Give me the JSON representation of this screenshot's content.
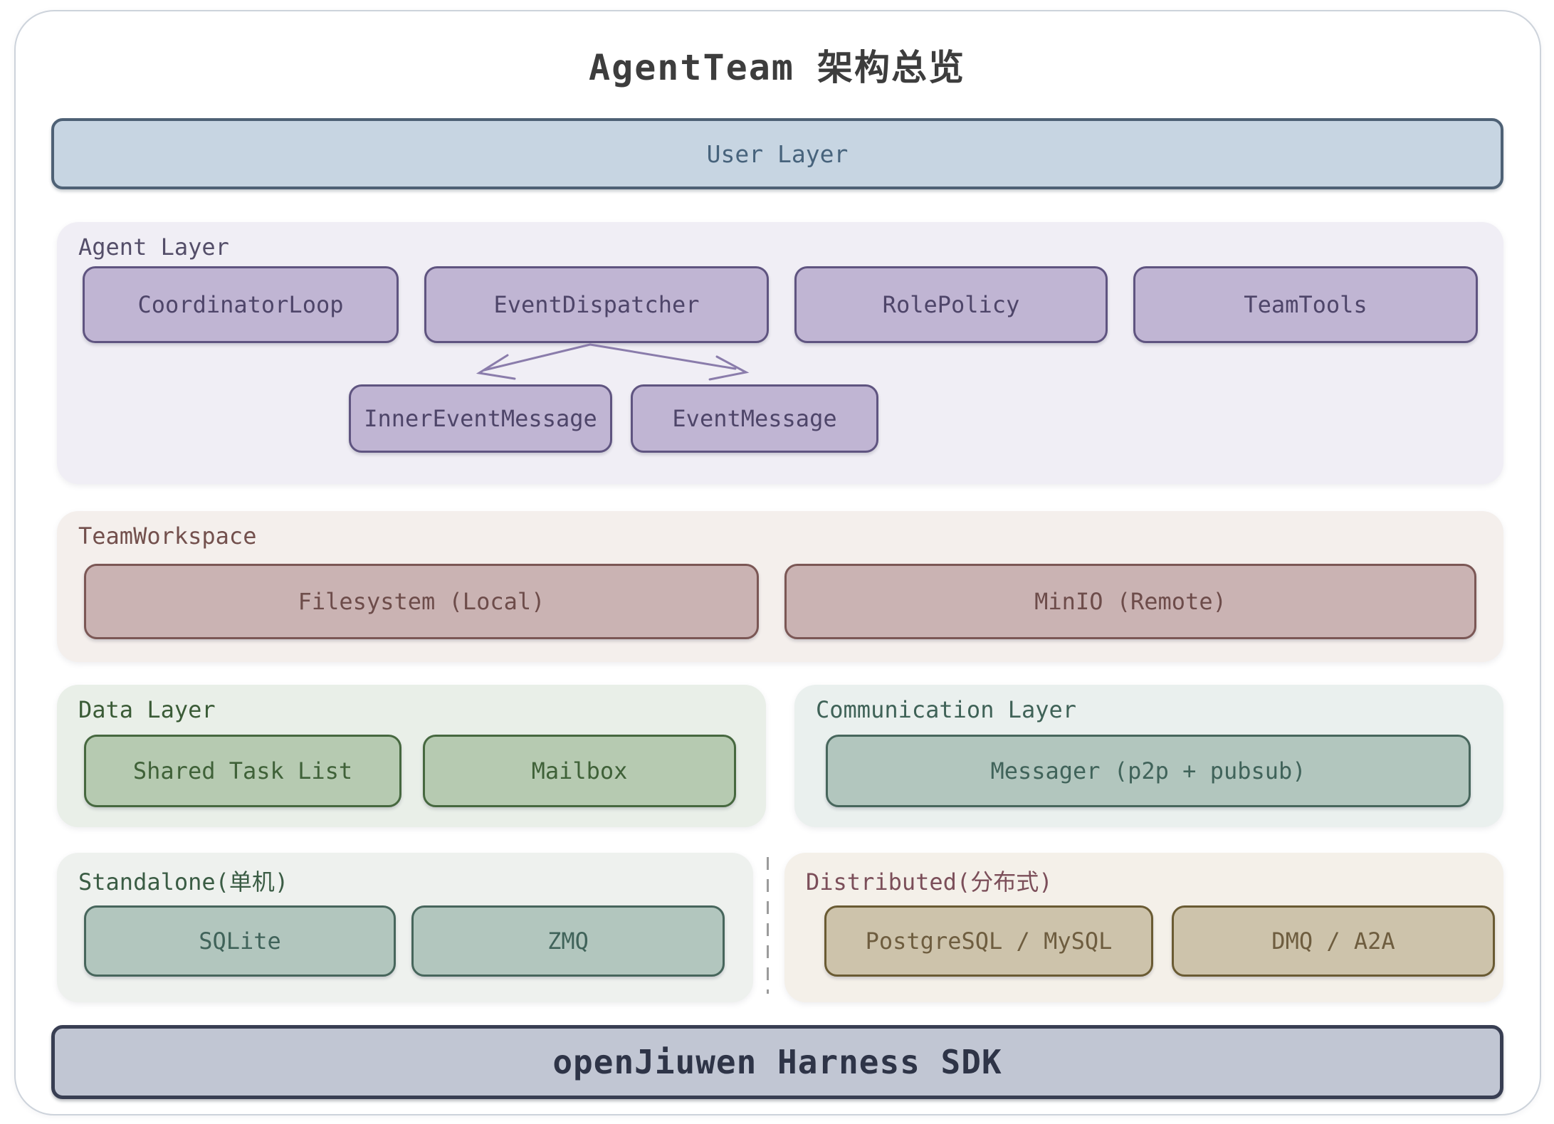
{
  "title": "AgentTeam 架构总览",
  "layers": {
    "user": {
      "label": "User Layer"
    },
    "agent": {
      "label": "Agent Layer",
      "components": [
        "CoordinatorLoop",
        "EventDispatcher",
        "RolePolicy",
        "TeamTools"
      ],
      "messages": [
        "InnerEventMessage",
        "EventMessage"
      ]
    },
    "workspace": {
      "label": "TeamWorkspace",
      "components": [
        "Filesystem (Local)",
        "MinIO (Remote)"
      ]
    },
    "data": {
      "label": "Data Layer",
      "components": [
        "Shared Task List",
        "Mailbox"
      ]
    },
    "communication": {
      "label": "Communication Layer",
      "components": [
        "Messager (p2p + pubsub)"
      ]
    },
    "standalone": {
      "label": "Standalone(单机)",
      "components": [
        "SQLite",
        "ZMQ"
      ]
    },
    "distributed": {
      "label": "Distributed(分布式)",
      "components": [
        "PostgreSQL / MySQL",
        "DMQ / A2A"
      ]
    },
    "sdk": {
      "label": "openJiuwen Harness SDK"
    }
  },
  "edges": [
    {
      "from": "EventDispatcher",
      "to": "InnerEventMessage"
    },
    {
      "from": "EventDispatcher",
      "to": "EventMessage"
    }
  ],
  "palette": {
    "user_fill": "#c7d5e2",
    "user_border": "#4e6175",
    "user_text": "#47637c",
    "agent_bg": "#f0eef5",
    "agent_label": "#544e69",
    "purple_fill": "#c0b5d3",
    "purple_border": "#5f5480",
    "purple_text": "#4e4569",
    "arrow": "#8a7cab",
    "workspace_bg": "#f4efec",
    "workspace_label": "#73504d",
    "rose_fill": "#cab3b3",
    "rose_border": "#7b5755",
    "rose_text": "#6d4c4a",
    "data_bg": "#e9efe8",
    "data_label": "#3a5b36",
    "green_fill": "#b6cab1",
    "green_border": "#46683f",
    "green_text": "#3f6138",
    "comm_bg": "#eaf0ee",
    "comm_label": "#3f6257",
    "teal_fill": "#b2c6be",
    "teal_border": "#47665c",
    "teal_text": "#40635a",
    "standalone_bg": "#eef1ee",
    "standalone_label": "#3a5c44",
    "distributed_bg": "#f4f0e9",
    "distributed_label": "#7b4e59",
    "tan_fill": "#cdc3ab",
    "tan_border": "#6a5b33",
    "tan_text": "#6e5d3f",
    "sdk_fill": "#c1c6d3",
    "sdk_border": "#383e52",
    "sdk_text": "#2e3447",
    "divider": "#9b9b9b",
    "card_border": "#cdd3db",
    "title_text": "#3d3d3d"
  }
}
